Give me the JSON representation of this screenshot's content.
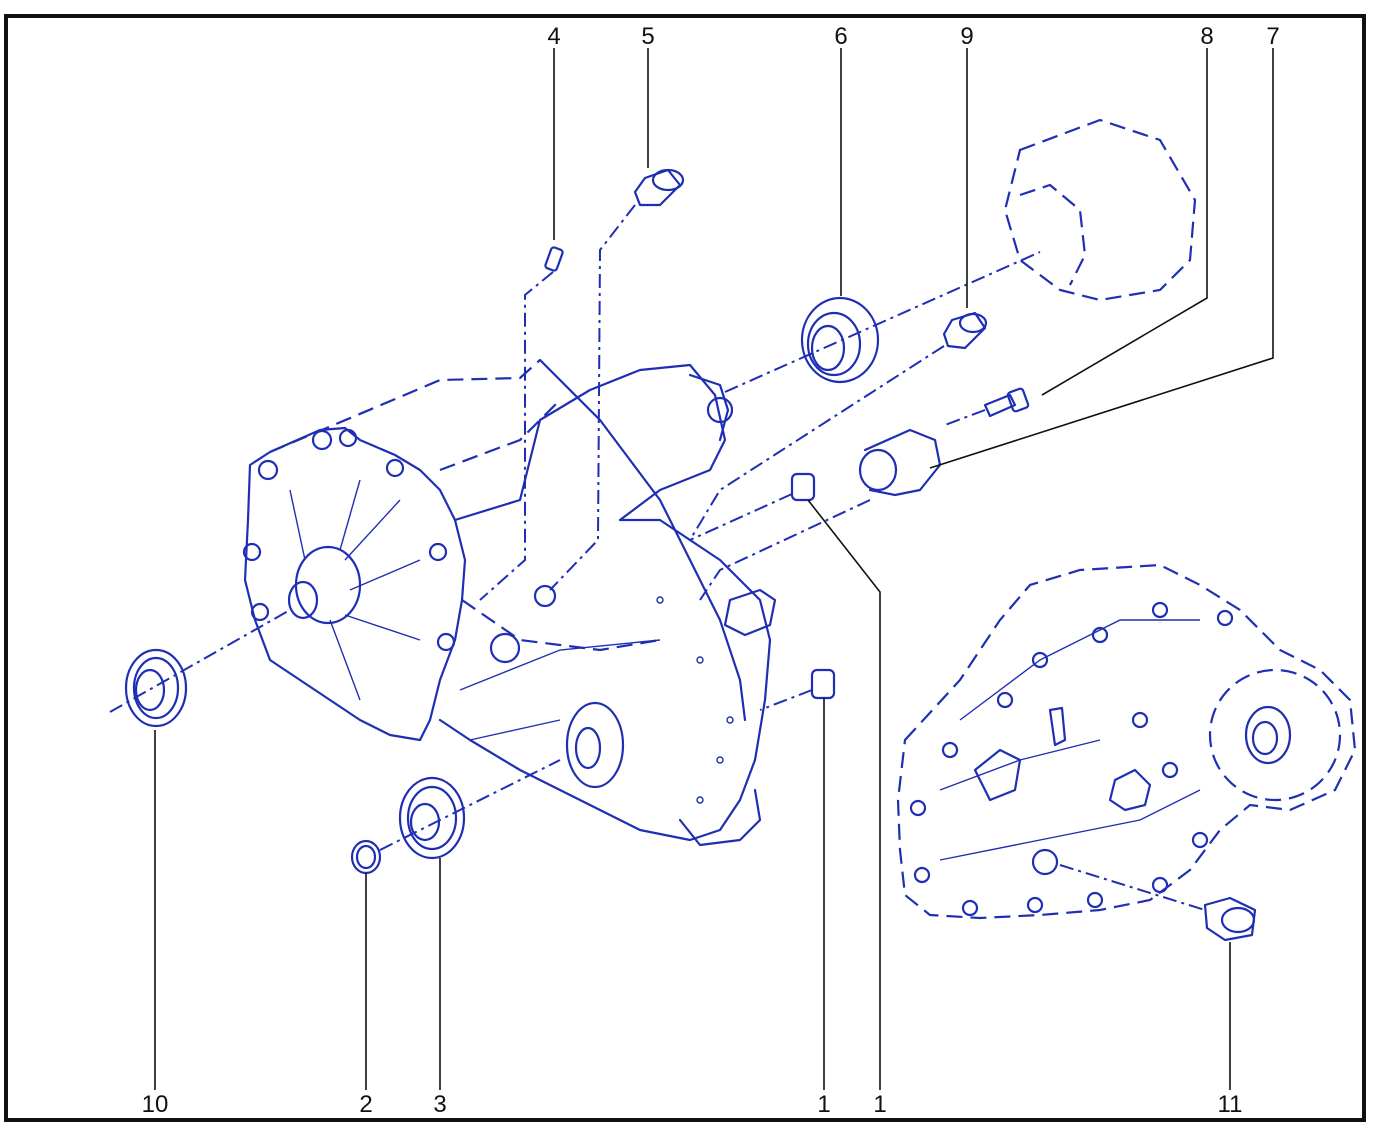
{
  "colors": {
    "line": "#1f2fb4",
    "text": "#111111",
    "background": "#ffffff"
  },
  "callouts": {
    "c4": "4",
    "c5": "5",
    "c6": "6",
    "c9": "9",
    "c8": "8",
    "c7": "7",
    "c10": "10",
    "c2": "2",
    "c3": "3",
    "c1a": "1",
    "c1b": "1",
    "c11": "11"
  }
}
